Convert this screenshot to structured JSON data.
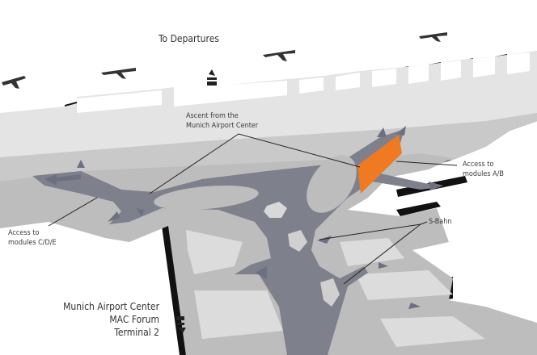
{
  "labels": {
    "to_departures": "To Departures",
    "ascent": [
      "Ascent from the",
      "Munich Airport Center"
    ],
    "access_ab": [
      "Access to",
      "modules A/B"
    ],
    "access_cde": [
      "Access to",
      "modules C/D/E"
    ],
    "sbahn": "S-Bahn",
    "mac": [
      "Munich Airport Center",
      "MAC Forum",
      "Terminal 2"
    ]
  },
  "colors": {
    "highlight": "#f07a22",
    "walkway": "#7e808c",
    "floor": "#bdbdbd",
    "building": "#e4e4e4"
  }
}
